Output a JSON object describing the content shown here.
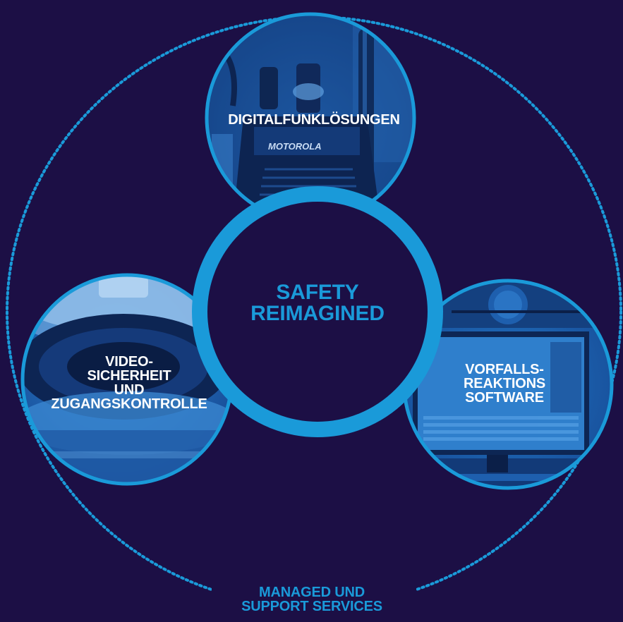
{
  "diagram": {
    "center": {
      "lines": [
        "SAFETY",
        "REIMAGINED"
      ]
    },
    "nodes": [
      {
        "id": "top",
        "lines": [
          "DIGITALFUNKLÖSUNGEN"
        ],
        "photo": "two-way-radio"
      },
      {
        "id": "left",
        "lines": [
          "VIDEO-",
          "SICHERHEIT",
          "UND",
          "ZUGANGSKONTROLLE"
        ],
        "photo": "dome-security-camera"
      },
      {
        "id": "right",
        "lines": [
          "VORFALLS-",
          "REAKTIONS",
          "SOFTWARE"
        ],
        "photo": "control-room-monitors"
      }
    ],
    "outer": {
      "lines": [
        "MANAGED UND",
        "SUPPORT SERVICES"
      ]
    },
    "radio_brand": "MOTOROLA"
  },
  "colors": {
    "background": "#1c0f45",
    "accent": "#1a9ad9",
    "photo_tint": "#1f64b0",
    "text": "#ffffff"
  }
}
